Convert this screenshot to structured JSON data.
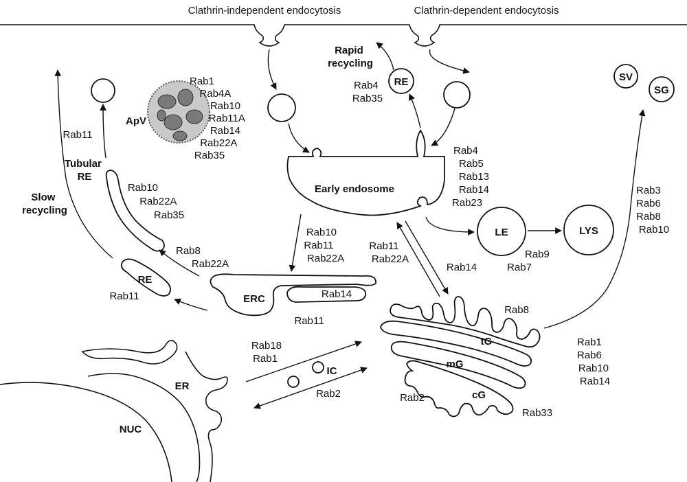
{
  "header": {
    "clathrin_independent": "Clathrin-independent endocytosis",
    "clathrin_dependent": "Clathrin-dependent endocytosis"
  },
  "compartments": {
    "early_endosome": "Early endosome",
    "re_top": "RE",
    "re_left": "RE",
    "le": "LE",
    "lys": "LYS",
    "sv": "SV",
    "sg": "SG",
    "apv": "ApV",
    "erc": "ERC",
    "er": "ER",
    "nuc": "NUC",
    "ic": "IC",
    "tg": "tG",
    "mg": "mG",
    "cg": "cG",
    "tubular_re": [
      "Tubular",
      "RE"
    ],
    "rapid_recycling": [
      "Rapid",
      "recycling"
    ],
    "slow_recycling": [
      "Slow",
      "recycling"
    ]
  },
  "rab_labels": {
    "rapid_re": [
      "Rab4",
      "Rab35"
    ],
    "apv": [
      "Rab1",
      "Rab4A",
      "Rab10",
      "Rab11A",
      "Rab14",
      "Rab22A",
      "Rab35"
    ],
    "tubular_up": [
      "Rab11"
    ],
    "tubular_re": [
      "Rab10",
      "Rab22A",
      "Rab35"
    ],
    "ee_right": [
      "Rab4",
      "Rab5",
      "Rab13",
      "Rab14",
      "Rab23"
    ],
    "ee_to_erc": [
      "Rab10",
      "Rab11",
      "Rab22A"
    ],
    "ee_golgi_left": [
      "Rab11",
      "Rab22A"
    ],
    "ee_golgi_right": [
      "Rab14"
    ],
    "erc_to_tubular": [
      "Rab8",
      "Rab22A"
    ],
    "re_left": [
      "Rab11"
    ],
    "erc_right": [
      "Rab14"
    ],
    "erc_bottom": [
      "Rab11"
    ],
    "le": [
      "Rab9",
      "Rab7"
    ],
    "secretory": [
      "Rab3",
      "Rab6",
      "Rab8",
      "Rab10"
    ],
    "tg_top": [
      "Rab8"
    ],
    "golgi_right": [
      "Rab1",
      "Rab6",
      "Rab10",
      "Rab14"
    ],
    "golgi_left": [
      "Rab2"
    ],
    "golgi_bottom": [
      "Rab33"
    ],
    "er_golgi_up": [
      "Rab18",
      "Rab1"
    ],
    "er_golgi_down": [
      "Rab2"
    ]
  }
}
